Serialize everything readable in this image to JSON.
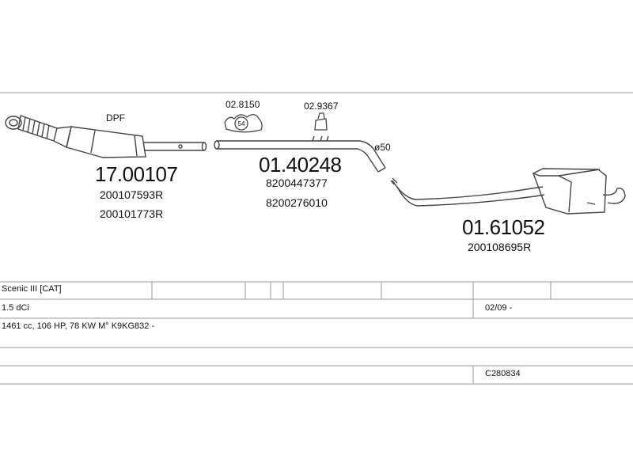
{
  "diagram": {
    "labels": {
      "dpf": "DPF",
      "clamp_a": "02.8150",
      "clamp_b": "02.9367",
      "diameter": "ø50",
      "clamp_inner": "54"
    },
    "parts": [
      {
        "number": "17.00107",
        "refs": [
          "200107593R",
          "200101773R"
        ]
      },
      {
        "number": "01.40248",
        "refs": [
          "8200447377",
          "8200276010"
        ]
      },
      {
        "number": "01.61052",
        "refs": [
          "200108695R"
        ]
      }
    ]
  },
  "vehicle": {
    "model": "Scenic III  [CAT]",
    "engine": "1.5 dCi",
    "date_range": "02/09 -",
    "specs": "1461 cc, 106 HP, 78 KW M° K9KG832 -",
    "code": "C280834"
  },
  "colors": {
    "line": "#9a9a9a",
    "ink": "#111111",
    "part": "#444444"
  }
}
